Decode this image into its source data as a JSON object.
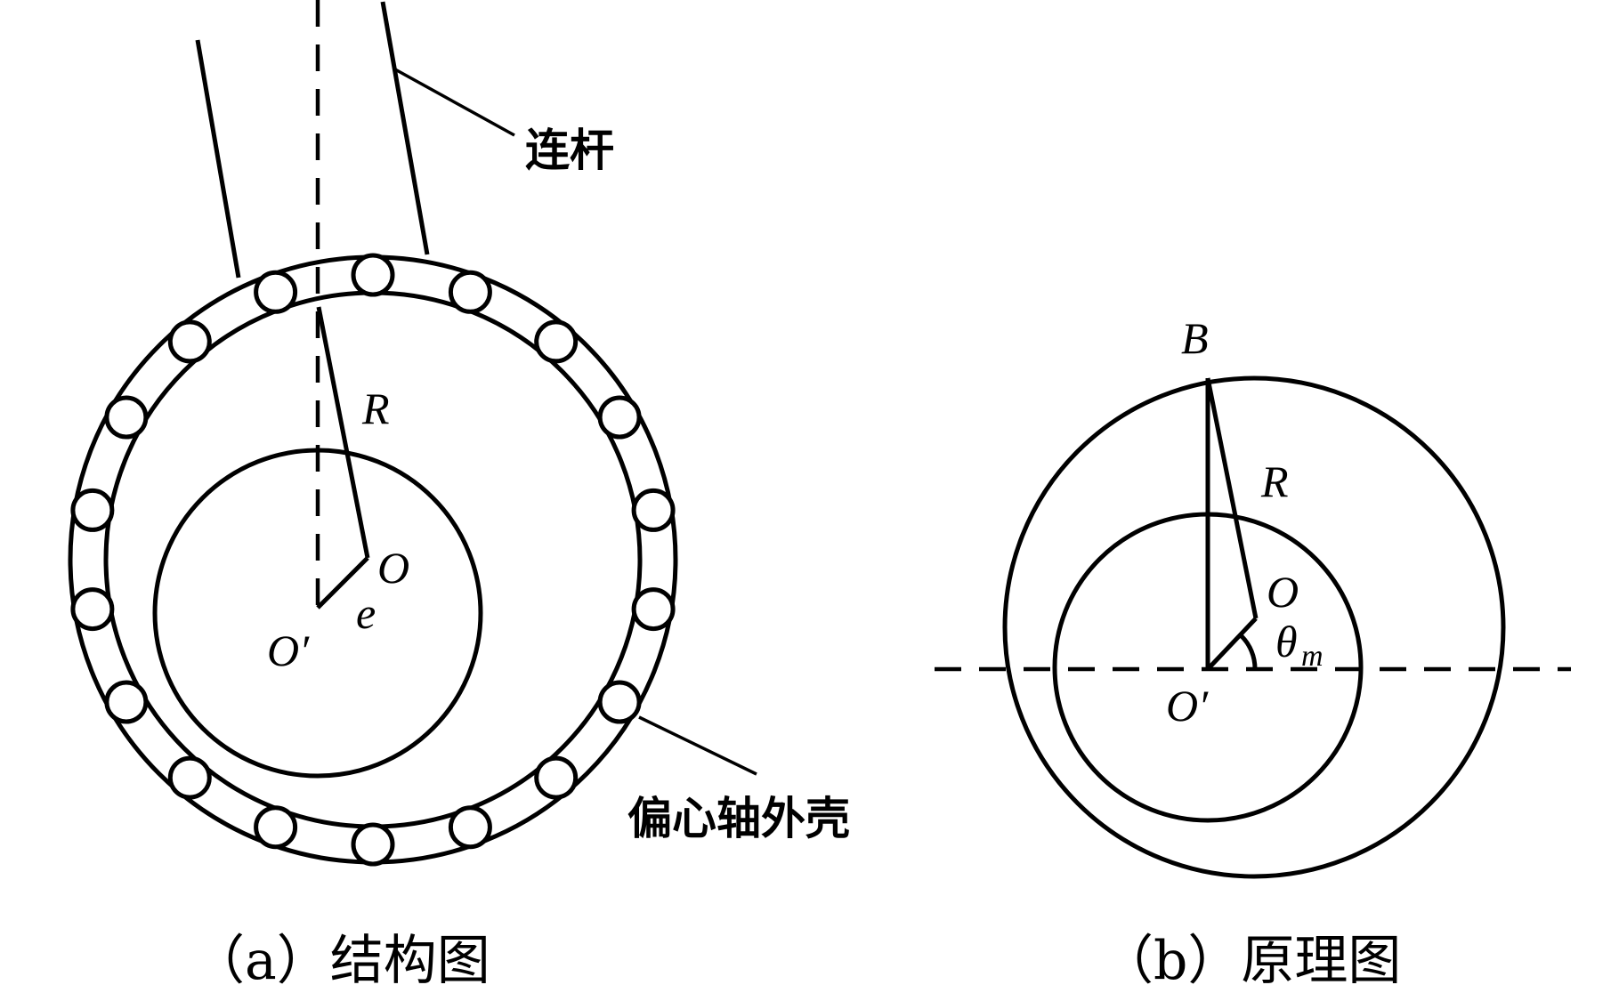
{
  "panel_a": {
    "caption": "（a）结构图",
    "labels": {
      "R": "R",
      "O": "O",
      "e": "e",
      "O_prime": "O′",
      "connecting_rod": "连杆",
      "eccentric_shell": "偏心轴外壳"
    },
    "roller_count": 18
  },
  "panel_b": {
    "caption": "（b）原理图",
    "labels": {
      "B": "B",
      "R": "R",
      "O": "O",
      "theta": "θ",
      "theta_sub": "m",
      "O_prime": "O′"
    }
  },
  "colors": {
    "line": "#000000",
    "background": "#ffffff"
  }
}
